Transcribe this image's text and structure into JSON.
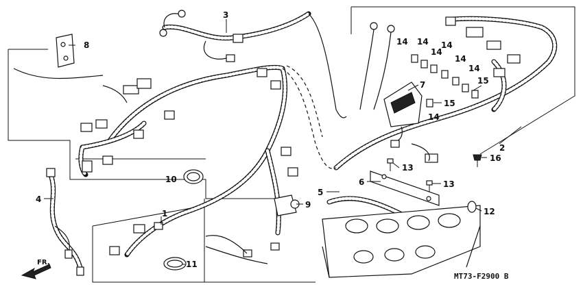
{
  "callouts": [
    {
      "id": "c1",
      "label": "1"
    },
    {
      "id": "c2",
      "label": "2"
    },
    {
      "id": "c3",
      "label": "3"
    },
    {
      "id": "c4",
      "label": "4"
    },
    {
      "id": "c5",
      "label": "5"
    },
    {
      "id": "c6",
      "label": "6"
    },
    {
      "id": "c7",
      "label": "7"
    },
    {
      "id": "c8",
      "label": "8"
    },
    {
      "id": "c9",
      "label": "9"
    },
    {
      "id": "c10",
      "label": "10"
    },
    {
      "id": "c11",
      "label": "11"
    },
    {
      "id": "c12",
      "label": "12"
    },
    {
      "id": "c13a",
      "label": "13"
    },
    {
      "id": "c13b",
      "label": "13"
    },
    {
      "id": "c14a",
      "label": "14"
    },
    {
      "id": "c14b",
      "label": "14"
    },
    {
      "id": "c14c",
      "label": "14"
    },
    {
      "id": "c14d",
      "label": "14"
    },
    {
      "id": "c14e",
      "label": "14"
    },
    {
      "id": "c14f",
      "label": "14"
    },
    {
      "id": "c15a",
      "label": "15"
    },
    {
      "id": "c15b",
      "label": "15"
    },
    {
      "id": "c16",
      "label": "16"
    }
  ],
  "front_arrow_label": "FR.",
  "diagram_code": "MT73-F2900 B"
}
